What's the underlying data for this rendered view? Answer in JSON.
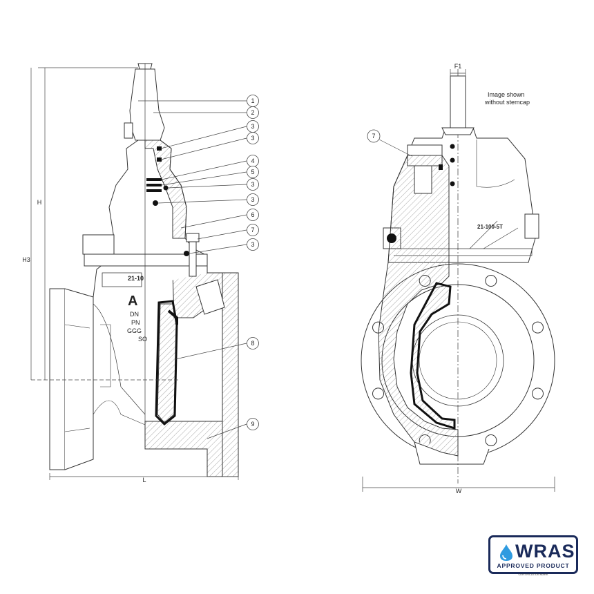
{
  "balloons": [
    "1",
    "2",
    "3",
    "3",
    "4",
    "5",
    "3",
    "3",
    "6",
    "7",
    "3",
    "8",
    "9"
  ],
  "left_view": {
    "plate_text": "21-10",
    "body_text": [
      "DN",
      "PN",
      "GGG",
      "SO"
    ]
  },
  "right_view": {
    "balloon": "7",
    "plate_text": "21-100-5T",
    "note": [
      "Image shown",
      "without stemcap"
    ]
  },
  "dimensions": {
    "h": "H",
    "h3": "H3",
    "l": "L",
    "w": "W",
    "f1": "F1"
  },
  "badge": {
    "name": "WRAS",
    "subtitle": "APPROVED PRODUCT",
    "mark": "CERTIFICATION MARK"
  },
  "colors": {
    "line": "#333333",
    "hatch": "#9a9a9a",
    "badge_navy": "#1a2a5a",
    "badge_blue": "#2f9be0"
  },
  "icons": [
    "water-drop-icon"
  ]
}
